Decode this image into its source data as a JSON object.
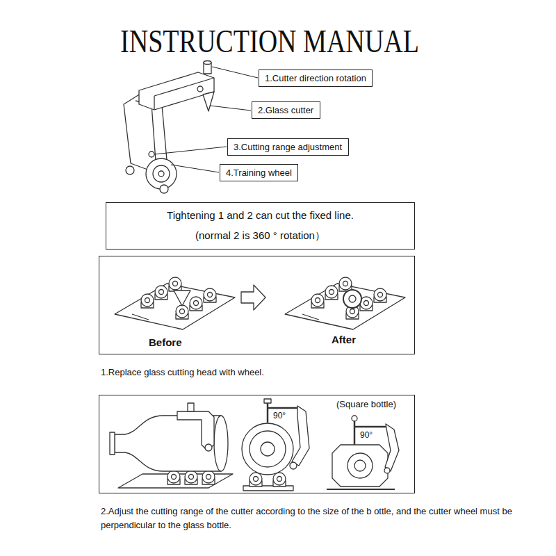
{
  "diagram": {
    "title": "INSTRUCTION MANUAL",
    "nodes": [
      {
        "text": [
          "1.Cutter direction rotation"
        ]
      },
      {
        "text": [
          "2.Glass cutter"
        ]
      },
      {
        "text": [
          "3.Cutting range adjustment"
        ]
      },
      {
        "text": [
          "4.Training wheel"
        ]
      },
      {
        "text": [
          "Tightening 1 and 2 can cut the fixed line.",
          "(normal 2 is 360 ° rotation）"
        ]
      },
      {
        "text": [
          "Before",
          "After"
        ]
      },
      {
        "text": [
          "(Square bottle)",
          "90°",
          "90°"
        ]
      }
    ],
    "labels": [
      "1.Replace glass cutting head with wheel.",
      "2.Adjust the cutting range of the cutter according to the size of the b ottle, and the cutter wheel must be perpendicular to the glass bottle."
    ]
  }
}
